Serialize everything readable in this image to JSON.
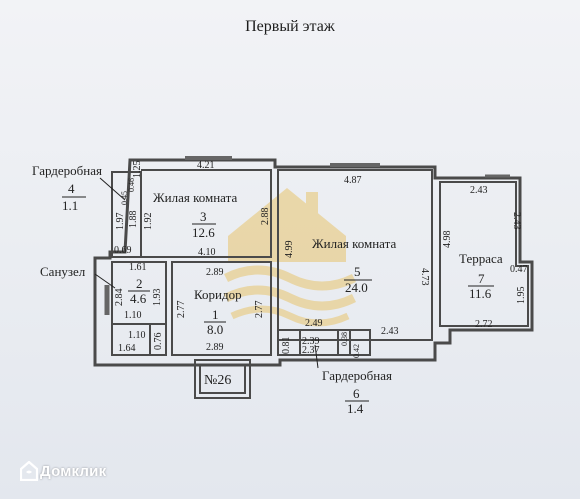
{
  "title": "Первый этаж",
  "rooms": {
    "wardrobe_left": {
      "name": "Гардеробная",
      "number": "4",
      "area": "1.1"
    },
    "living_1": {
      "name": "Жилая комната",
      "number": "3",
      "area": "12.6"
    },
    "living_2": {
      "name": "Жилая комната",
      "number": "5",
      "area": "24.0"
    },
    "terrace": {
      "name": "Терраса",
      "number": "7",
      "area": "11.6"
    },
    "bathroom": {
      "name": "Санузел",
      "number": "2",
      "area": "4.6"
    },
    "corridor": {
      "name": "Коридор",
      "number": "1",
      "area": "8.0"
    },
    "wardrobe_bottom": {
      "name": "Гардеробная",
      "number": "6",
      "area": "1.4"
    }
  },
  "porch_label": "№26",
  "dims": {
    "d421": "4.21",
    "d487": "4.87",
    "d243a": "2.43",
    "d125": "1.25",
    "d046": "0.46",
    "d045": "0.45",
    "d197": "1.97",
    "d188": "1.88",
    "d192": "1.92",
    "d288a": "2.88",
    "d069": "0.69",
    "d410": "4.10",
    "d499": "4.99",
    "d473": "4.73",
    "d498": "4.98",
    "d243b": "2.43",
    "d047": "0.47",
    "d161": "1.61",
    "d289a": "2.89",
    "d284": "2.84",
    "d193": "1.93",
    "d110a": "1.10",
    "d110b": "1.10",
    "d076": "0.76",
    "d164": "1.64",
    "d277a": "2.77",
    "d277b": "2.77",
    "d289b": "2.89",
    "d249": "2.49",
    "d081": "0.81",
    "d239": "2.39",
    "d237": "2.37",
    "d038": "0.38",
    "d042": "0.42",
    "d243c": "2.43",
    "d195": "1.95",
    "d272": "2.72"
  },
  "watermark": {
    "text": "Домклик"
  }
}
